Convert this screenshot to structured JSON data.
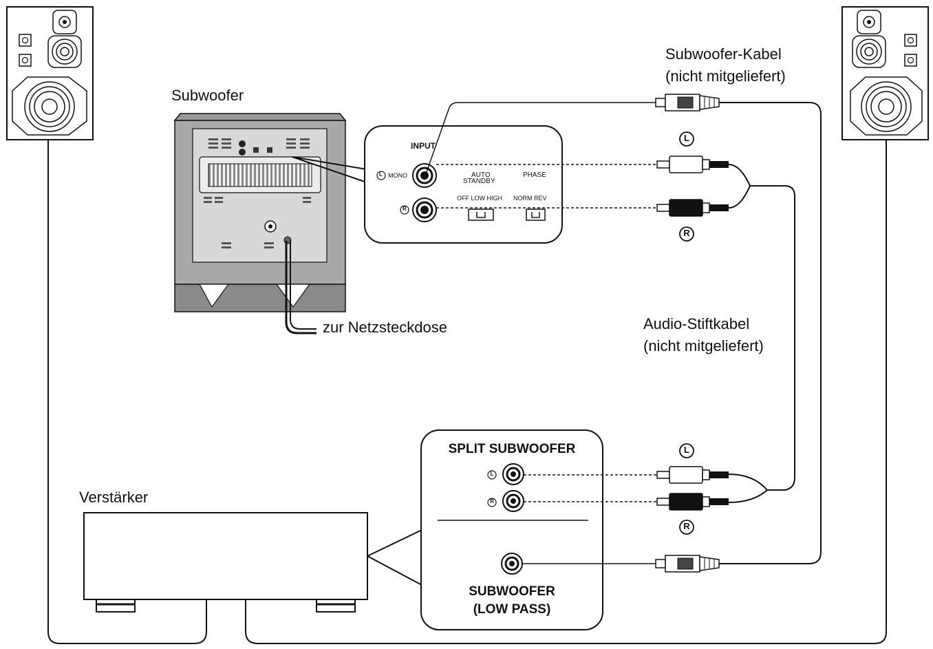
{
  "labels": {
    "subwoofer": "Subwoofer",
    "subwoofer_cable_line1": "Subwoofer-Kabel",
    "subwoofer_cable_line2": "(nicht mitgeliefert)",
    "to_outlet": "zur Netzsteckdose",
    "audio_cable_line1": "Audio-Stiftkabel",
    "audio_cable_line2": "(nicht mitgeliefert)",
    "amplifier": "Verstärker",
    "split_subwoofer": "SPLIT SUBWOOFER",
    "subwoofer_low_pass_line1": "SUBWOOFER",
    "subwoofer_low_pass_line2": "(LOW PASS)"
  },
  "sub_panel": {
    "input": "INPUT",
    "l_mono": "MONO",
    "auto_standby_line1": "AUTO",
    "auto_standby_line2": "STANDBY",
    "phase": "PHASE",
    "standby_options": "OFF LOW HIGH",
    "phase_options": "NORM REV"
  },
  "channel_markers": {
    "left": "L",
    "right": "R"
  }
}
